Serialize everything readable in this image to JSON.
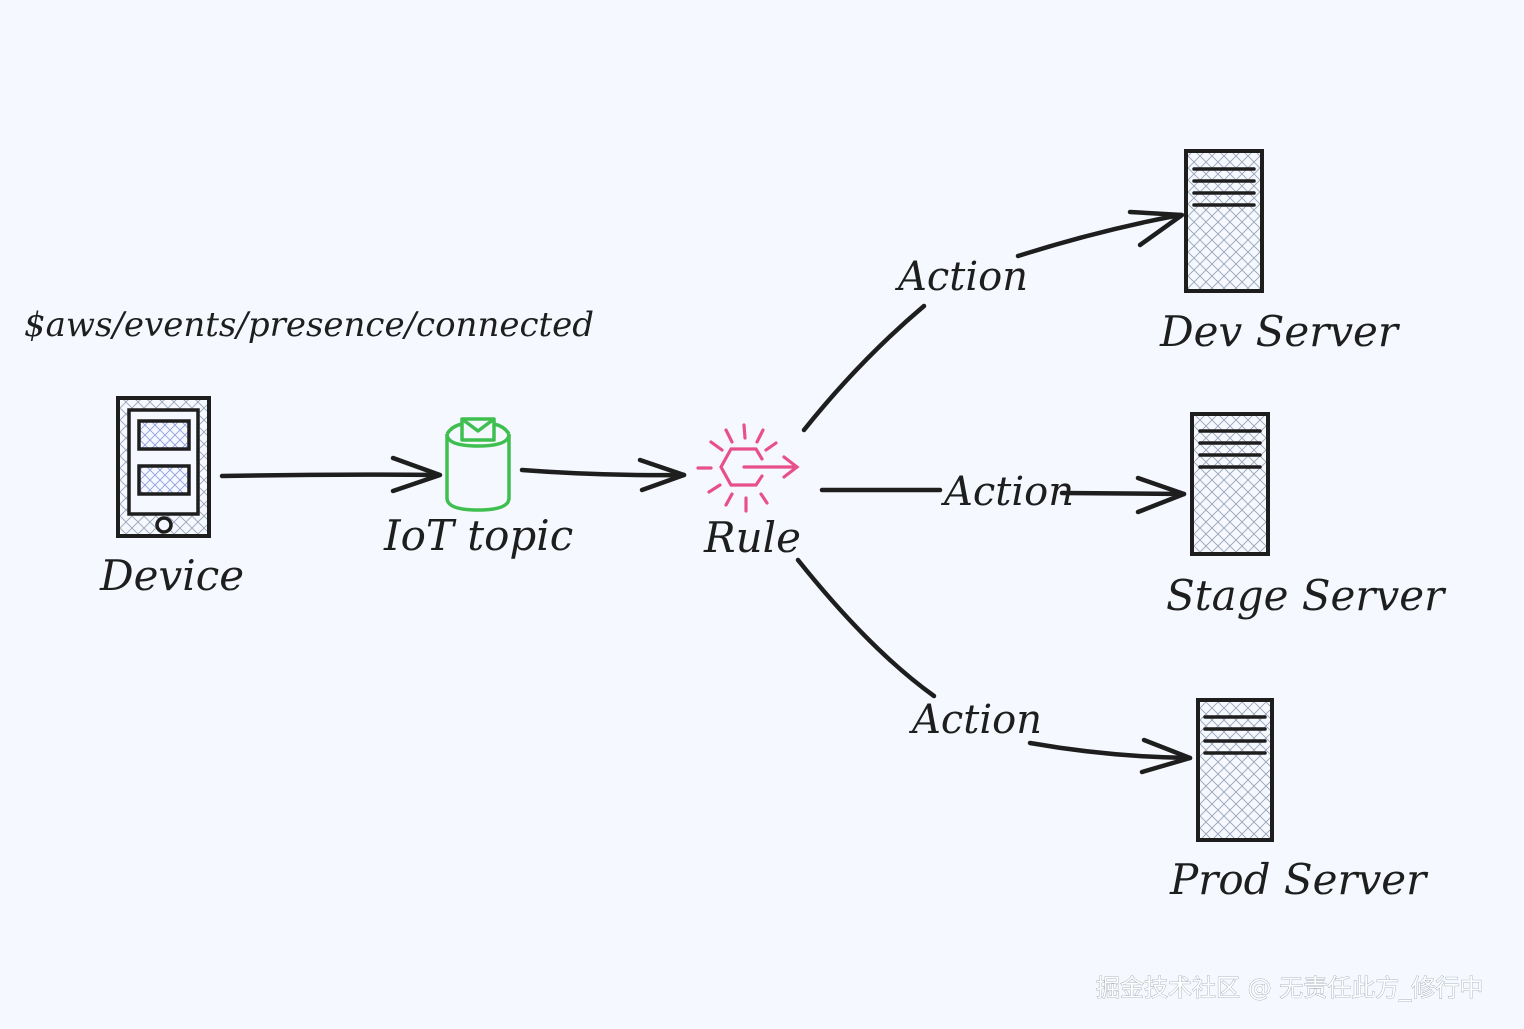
{
  "diagram": {
    "topic_path": "$aws/events/presence/connected",
    "nodes": {
      "device": "Device",
      "iot_topic": "IoT topic",
      "rule": "Rule",
      "dev_server": "Dev Server",
      "stage_server": "Stage Server",
      "prod_server": "Prod Server"
    },
    "edges": {
      "action_dev": "Action",
      "action_stage": "Action",
      "action_prod": "Action"
    },
    "icons": {
      "device": "mobile-device-icon",
      "topic": "mail-bucket-icon",
      "rule": "rule-burst-icon",
      "server": "server-tower-icon"
    },
    "colors": {
      "background": "#f5f9ff",
      "stroke": "#1e1e1e",
      "topic_icon": "#3fbf4f",
      "rule_icon": "#e8508c"
    }
  },
  "watermark": "掘金技术社区 @ 无责任此方_修行中"
}
